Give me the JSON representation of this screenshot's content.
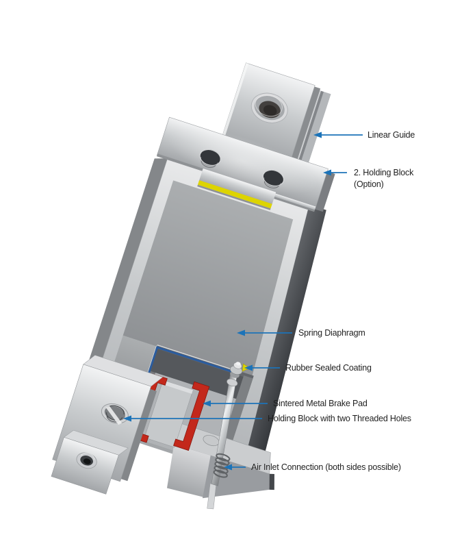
{
  "diagram": {
    "labels": [
      {
        "id": "linear-guide",
        "text": "Linear Guide"
      },
      {
        "id": "holding-block-option",
        "text": "2. Holding Block",
        "text2": "(Option)"
      },
      {
        "id": "spring-diaphragm",
        "text": "Spring Diaphragm"
      },
      {
        "id": "rubber-sealed-coating",
        "text": "Rubber Sealed Coating"
      },
      {
        "id": "sintered-metal-brake-pad",
        "text": "Sintered Metal Brake Pad"
      },
      {
        "id": "holding-block-threaded",
        "text": "Holding Block with two Threaded Holes"
      },
      {
        "id": "air-inlet-connection",
        "text": "Air Inlet Connection (both sides possible)"
      }
    ]
  },
  "colors": {
    "arrow_blue": "#1c73b8",
    "seal_yellow": "#ddd400",
    "pad_red": "#c3281b",
    "diaphragm_blue": "#2b5c9e",
    "label_text": "#1f1f1f",
    "page_bg": "#ffffff"
  }
}
